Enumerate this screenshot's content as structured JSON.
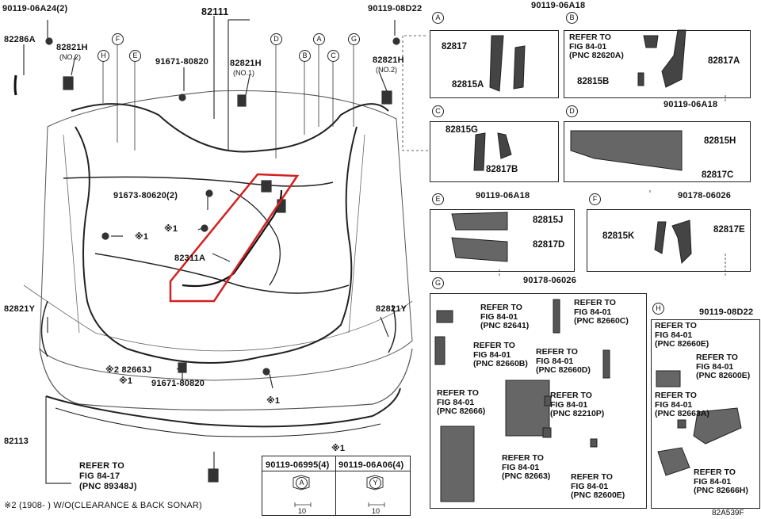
{
  "main": {
    "labels": {
      "l_90119_06A24": "90119-06A24(2)",
      "l_82111": "82111",
      "l_90119_08D22_top": "90119-08D22",
      "l_82286A": "82286A",
      "l_82821H_no2_left": "82821H",
      "l_no2_left": "(NO.2)",
      "l_91671_80820_top": "91671-80820",
      "l_82821H_no1": "82821H",
      "l_no1": "(NO.1)",
      "l_82821H_no2_right": "82821H",
      "l_no2_right": "(NO.2)",
      "l_91673_80620": "91673-80620(2)",
      "l_x1_a": "※1",
      "l_x1_b": "※1",
      "l_82311A": "82311A",
      "l_82821Y_left": "82821Y",
      "l_82821Y_right": "82821Y",
      "l_x2_82663J": "※2 82663J",
      "l_x1_c": "※1",
      "l_91671_80820_bottom": "91671-80820",
      "l_x1_d": "※1",
      "l_82113": "82113",
      "l_refer_8417": "REFER TO",
      "l_fig_8417": "FIG 84-17",
      "l_pnc_89348": "(PNC 89348J)",
      "l_x1_e": "※1",
      "footnote": "※2 (1908-        ) W/O(CLEARANCE & BACK SONAR)"
    },
    "callouts": [
      "H",
      "E",
      "F",
      "D",
      "B",
      "A",
      "C",
      "G"
    ]
  },
  "bolts": {
    "col1": "90119-06995(4)",
    "col2": "90119-06A06(4)",
    "col1_letter": "A",
    "col2_letter": "Y",
    "size1": "10",
    "size2": "10"
  },
  "panels": {
    "A": {
      "letter": "A",
      "p1": "82817",
      "p2": "82815A",
      "top": "90119-06A18"
    },
    "B": {
      "letter": "B",
      "r1": "REFER TO",
      "r2": "FIG 84-01",
      "r3": "(PNC 82620A)",
      "p1": "82817A",
      "p2": "82815B"
    },
    "C": {
      "letter": "C",
      "p1": "82815G",
      "p2": "82817B"
    },
    "D": {
      "letter": "D",
      "top": "90119-06A18",
      "p1": "82815H",
      "p2": "82817C",
      "bottom": "90178-06026"
    },
    "E": {
      "letter": "E",
      "top": "90119-06A18",
      "p1": "82815J",
      "p2": "82817D",
      "bottom": "90178-06026"
    },
    "F": {
      "letter": "F",
      "p1": "82815K",
      "p2": "82817E",
      "bottom": "90119-08D22"
    },
    "G": {
      "letter": "G",
      "refs": [
        [
          "REFER TO",
          "FIG 84-01",
          "(PNC 82641)"
        ],
        [
          "REFER TO",
          "FIG 84-01",
          "(PNC 82660C)"
        ],
        [
          "REFER TO",
          "FIG 84-01",
          "(PNC 82660B)"
        ],
        [
          "REFER TO",
          "FIG 84-01",
          "(PNC 82660D)"
        ],
        [
          "REFER TO",
          "FIG 84-01",
          "(PNC 82666)"
        ],
        [
          "REFER TO",
          "FIG 84-01",
          "(PNC 82210P)"
        ],
        [
          "REFER TO",
          "FIG 84-01",
          "(PNC 82663)"
        ],
        [
          "REFER TO",
          "FIG 84-01",
          "(PNC 82600E)"
        ]
      ]
    },
    "H": {
      "letter": "H",
      "refs": [
        [
          "REFER TO",
          "FIG 84-01",
          "(PNC 82660E)"
        ],
        [
          "REFER TO",
          "FIG 84-01",
          "(PNC 82600E)"
        ],
        [
          "REFER TO",
          "FIG 84-01",
          "(PNC 82663A)"
        ],
        [
          "REFER TO",
          "FIG 84-01",
          "(PNC 82666H)"
        ]
      ]
    }
  },
  "diagram_code": "82A539F",
  "colors": {
    "highlight": "#d42020",
    "ink": "#222222"
  }
}
